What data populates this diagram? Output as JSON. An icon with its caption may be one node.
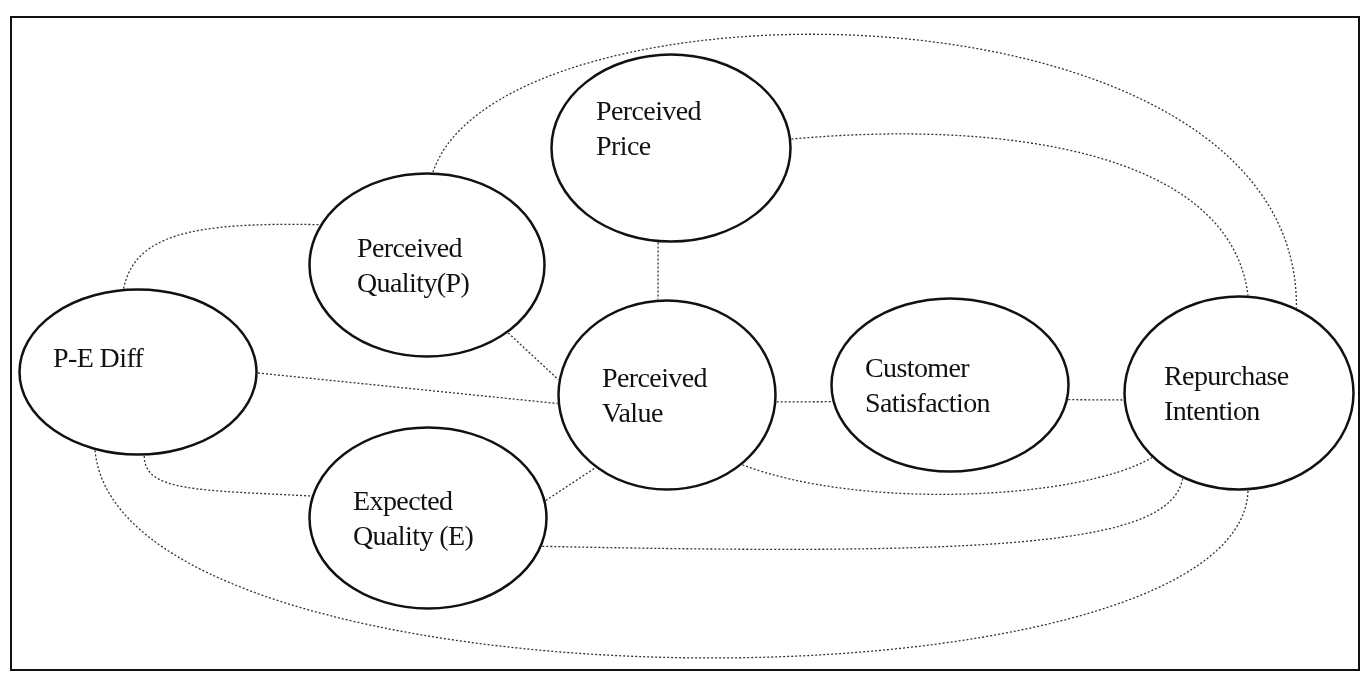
{
  "diagram": {
    "nodes": [
      {
        "text": [
          "Perceived Price"
        ]
      },
      {
        "text": [
          "Perceived Quality(P)"
        ]
      },
      {
        "text": [
          "P-E Diff"
        ]
      },
      {
        "text": [
          "Perceived Value"
        ]
      },
      {
        "text": [
          "Customer Satisfaction"
        ]
      },
      {
        "text": [
          "Repurchase Intention"
        ]
      },
      {
        "text": [
          "Expected Quality (E)"
        ]
      }
    ],
    "edges": [
      {
        "from": 2,
        "to": 1,
        "arrow": "none"
      },
      {
        "from": 1,
        "to": 5,
        "arrow": "none"
      },
      {
        "from": 0,
        "to": 5,
        "arrow": "none"
      },
      {
        "from": 0,
        "to": 3,
        "arrow": "none"
      },
      {
        "from": 1,
        "to": 3,
        "arrow": "none"
      },
      {
        "from": 2,
        "to": 3,
        "arrow": "none"
      },
      {
        "from": 3,
        "to": 4,
        "arrow": "none"
      },
      {
        "from": 4,
        "to": 5,
        "arrow": "none"
      },
      {
        "from": 3,
        "to": 5,
        "arrow": "none"
      },
      {
        "from": 6,
        "to": 3,
        "arrow": "none"
      },
      {
        "from": 2,
        "to": 6,
        "arrow": "none"
      },
      {
        "from": 6,
        "to": 5,
        "arrow": "none"
      },
      {
        "from": 2,
        "to": 5,
        "arrow": "none"
      }
    ]
  }
}
